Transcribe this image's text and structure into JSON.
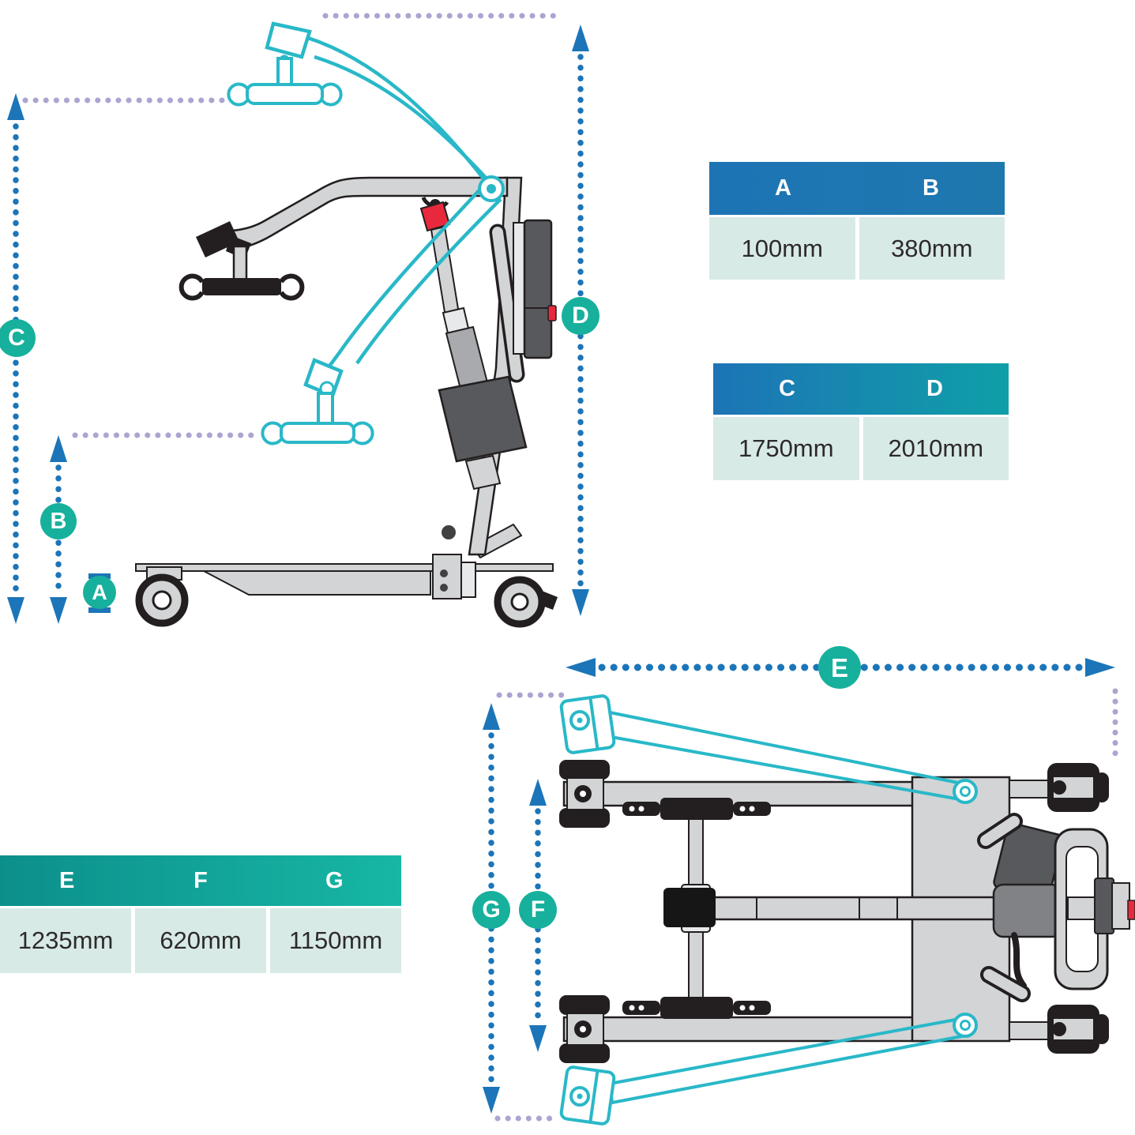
{
  "page": {
    "description": "Patient hoist dimension diagram with side view, top view and measurement tables"
  },
  "labels": {
    "A": "A",
    "B": "B",
    "C": "C",
    "D": "D",
    "E": "E",
    "F": "F",
    "G": "G"
  },
  "tables": [
    {
      "id": "ab",
      "headers": [
        "A",
        "B"
      ],
      "values": [
        "100mm",
        "380mm"
      ]
    },
    {
      "id": "cd",
      "headers": [
        "C",
        "D"
      ],
      "values": [
        "1750mm",
        "2010mm"
      ]
    },
    {
      "id": "efg",
      "headers": [
        "E",
        "F",
        "G"
      ],
      "values": [
        "1235mm",
        "620mm",
        "1150mm"
      ]
    }
  ],
  "colors": {
    "dimension_blue": "#1c75b8",
    "extension_lavender": "#aba5d2",
    "badge_teal": "#17b09c",
    "drawing_teal": "#29b8c8",
    "header_blue": "#1e76b4",
    "header_teal": "#12a39d",
    "cell_background": "#d8eae6",
    "accent_red": "#e8293d"
  }
}
